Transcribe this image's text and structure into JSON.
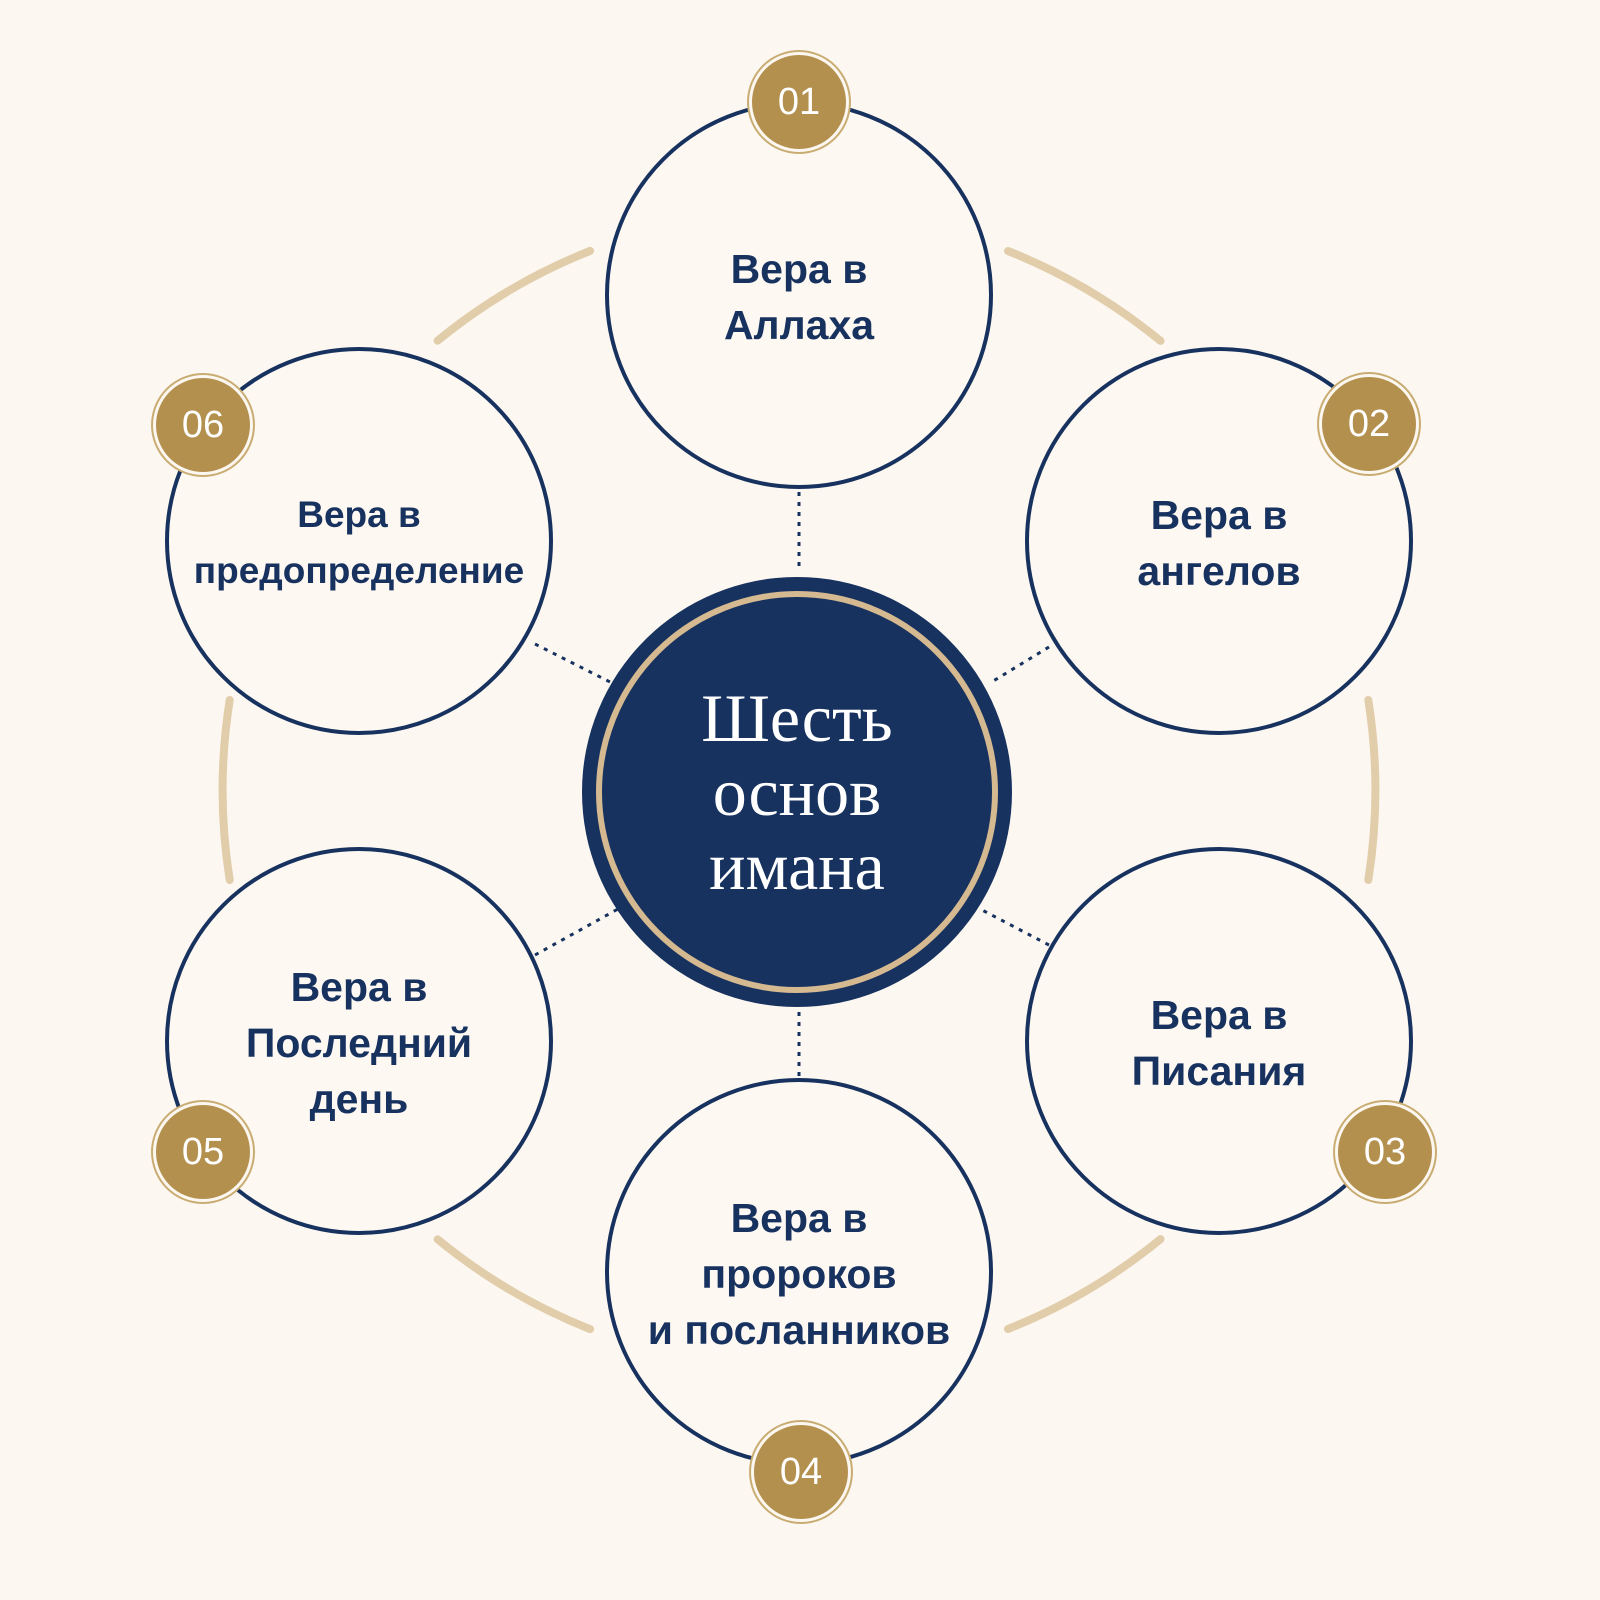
{
  "diagram": {
    "center_label": "Шесть\nоснов\nимана",
    "pillars": [
      {
        "number": "01",
        "label": "Вера в\nАллаха"
      },
      {
        "number": "02",
        "label": "Вера в\nангелов"
      },
      {
        "number": "03",
        "label": "Вера в\nПисания"
      },
      {
        "number": "04",
        "label": "Вера в\nпророков\nи посланников"
      },
      {
        "number": "05",
        "label": "Вера в\nПоследний\nдень"
      },
      {
        "number": "06",
        "label": "Вера в\nпредопределение"
      }
    ]
  },
  "colors": {
    "background": "#fcf7f0",
    "navy": "#17325f",
    "gold": "#b3904e",
    "ring_tan": "#e2cdab"
  }
}
